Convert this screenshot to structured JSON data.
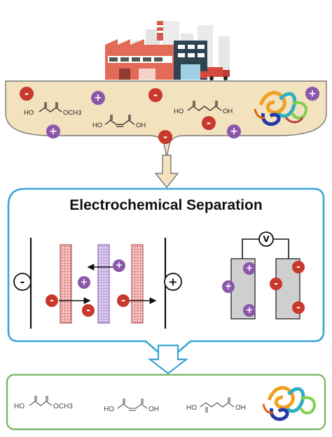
{
  "title": "Electrochemical Separation",
  "voltmeter_label": "V",
  "electrode_left_sign": "-",
  "electrode_right_sign": "+",
  "cation_symbol": "+",
  "anion_symbol": "-",
  "molecules": {
    "monomethyl_succinate": {
      "left": "HO",
      "right": "OCH3"
    },
    "maleic_acid": {
      "left": "HO",
      "right": "OH"
    },
    "succinic_acid": {
      "left": "HO",
      "right": "OH"
    }
  },
  "colors": {
    "cation": "#8b57a8",
    "anion": "#c8382c",
    "broth": "#f3e2be",
    "panel_border": "#3aa6d6",
    "product_border": "#7fb76a",
    "arrow_fill": "#f3e2be",
    "membrane_cation": "#d07474",
    "membrane_anion": "#a98ad0"
  }
}
